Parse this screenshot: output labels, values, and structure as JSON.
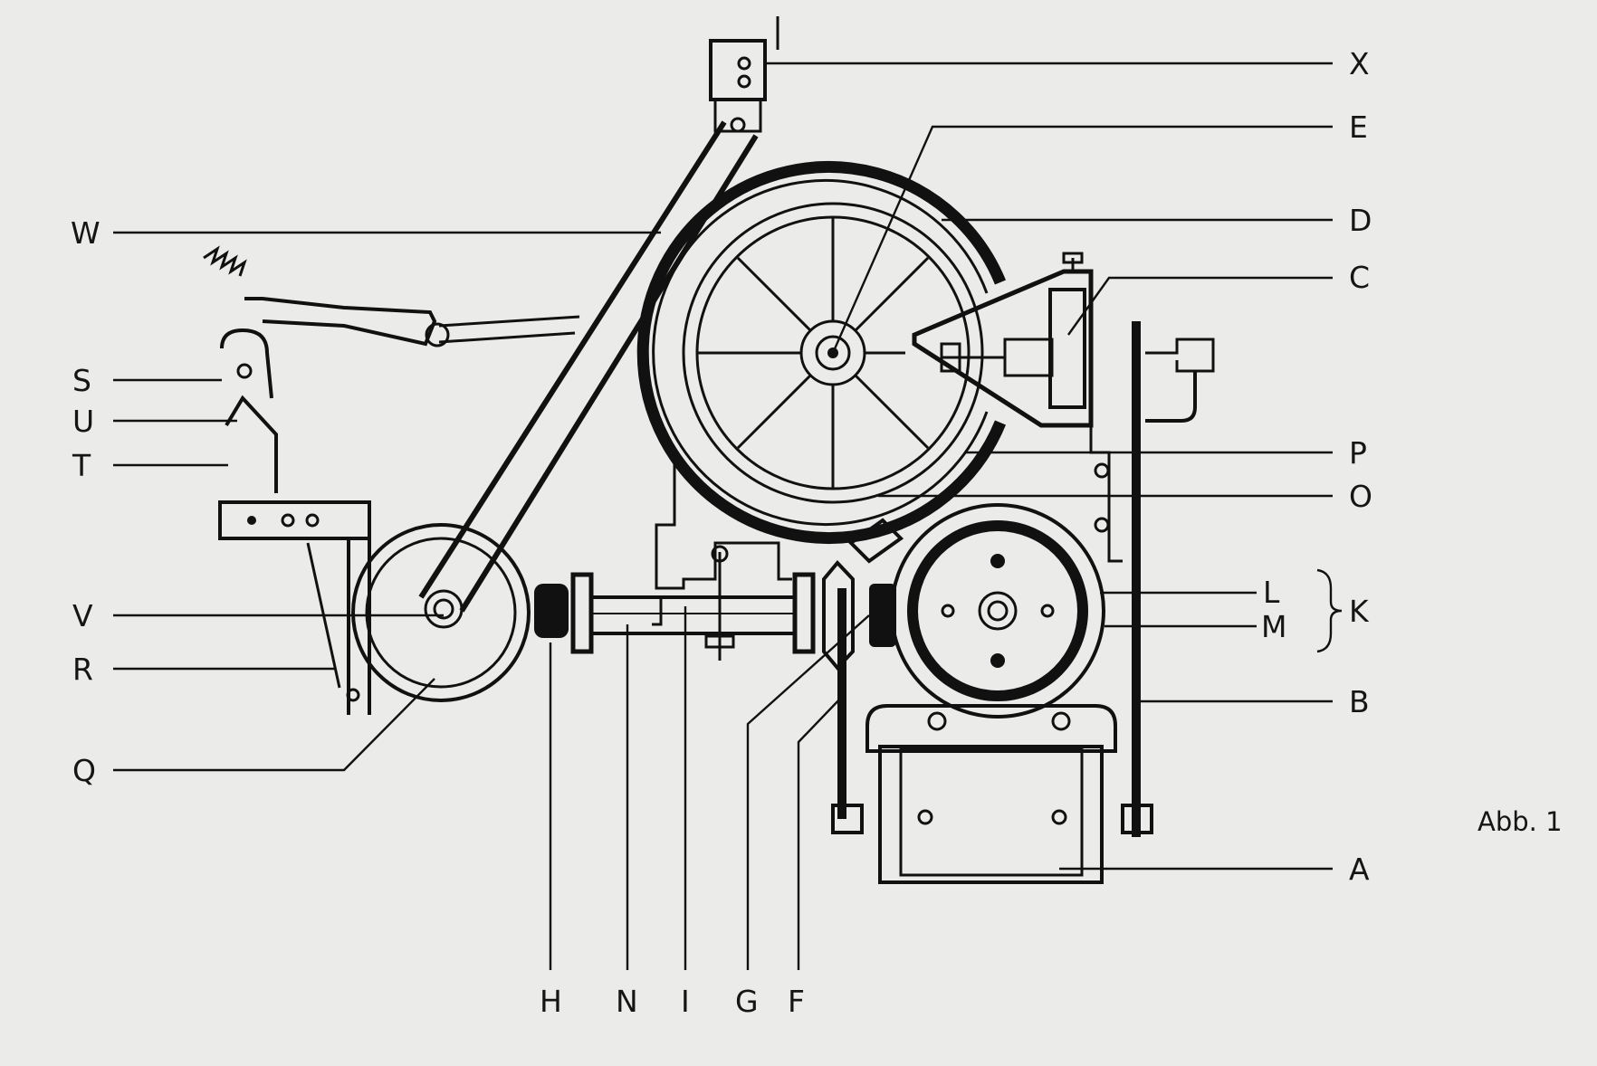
{
  "caption": "Abb. 1",
  "labels": {
    "X": "X",
    "E": "E",
    "D": "D",
    "C": "C",
    "P": "P",
    "O": "O",
    "L": "L",
    "M": "M",
    "K": "K",
    "B": "B",
    "A": "A",
    "W": "W",
    "S": "S",
    "U": "U",
    "T": "T",
    "V": "V",
    "R": "R",
    "Q": "Q",
    "H": "H",
    "N": "N",
    "I": "I",
    "G": "G",
    "F": "F"
  }
}
